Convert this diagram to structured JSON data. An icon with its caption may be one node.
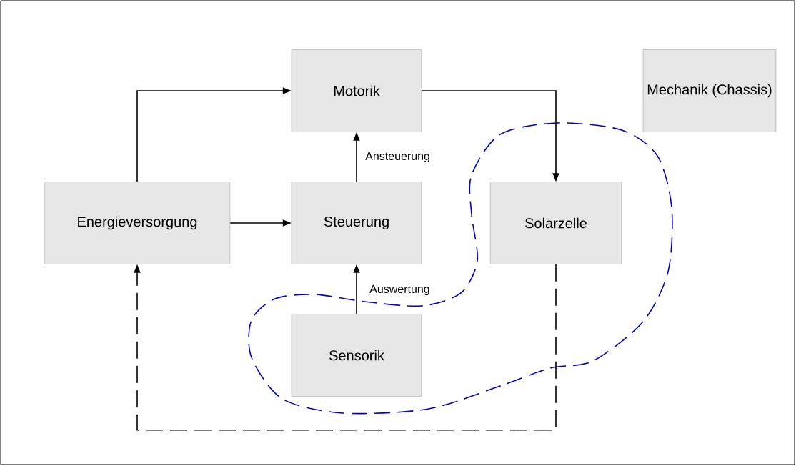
{
  "diagram": {
    "nodes": [
      {
        "text": [
          "Energieversorgung"
        ]
      },
      {
        "text": [
          "Motorik"
        ]
      },
      {
        "text": [
          "Mechanik (Chassis)"
        ]
      },
      {
        "text": [
          "Steuerung"
        ]
      },
      {
        "text": [
          "Solarzelle"
        ]
      },
      {
        "text": [
          "Sensorik"
        ]
      }
    ],
    "edges": [
      {
        "from": 0,
        "to": 1,
        "arrow": "to"
      },
      {
        "from": 1,
        "to": 4,
        "arrow": "to"
      },
      {
        "from": 0,
        "to": 3,
        "arrow": "to"
      },
      {
        "from": 3,
        "to": 1,
        "arrow": "to",
        "label": "Ansteuerung"
      },
      {
        "from": 5,
        "to": 3,
        "arrow": "to",
        "label": "Auswertung"
      },
      {
        "from": 4,
        "to": 0,
        "arrow": "to",
        "style": "dashed"
      }
    ]
  }
}
